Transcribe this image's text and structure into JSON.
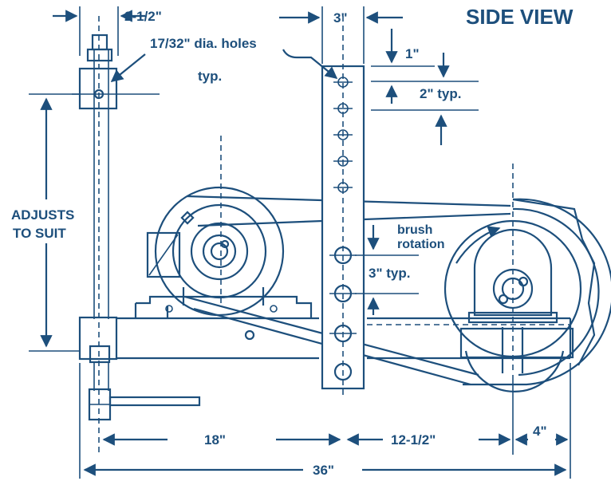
{
  "title": "SIDE VIEW",
  "labels": {
    "top_left_width": "2-1/2\"",
    "top_bar_width": "3\"",
    "holes": "17/32\" dia. holes",
    "typ": "typ.",
    "first_hole_offset": "1\"",
    "hole_spacing_top": "2\" typ.",
    "adjusts_line1": "ADJUSTS",
    "adjusts_line2": "TO SUIT",
    "brush_line1": "brush",
    "brush_line2": "rotation",
    "hole_spacing_lower": "3\" typ.",
    "dim_18": "18\"",
    "dim_12_5": "12-1/2\"",
    "dim_4": "4\"",
    "dim_36": "36\""
  },
  "colors": {
    "ink": "#1d4f7c",
    "background": "#ffffff"
  }
}
